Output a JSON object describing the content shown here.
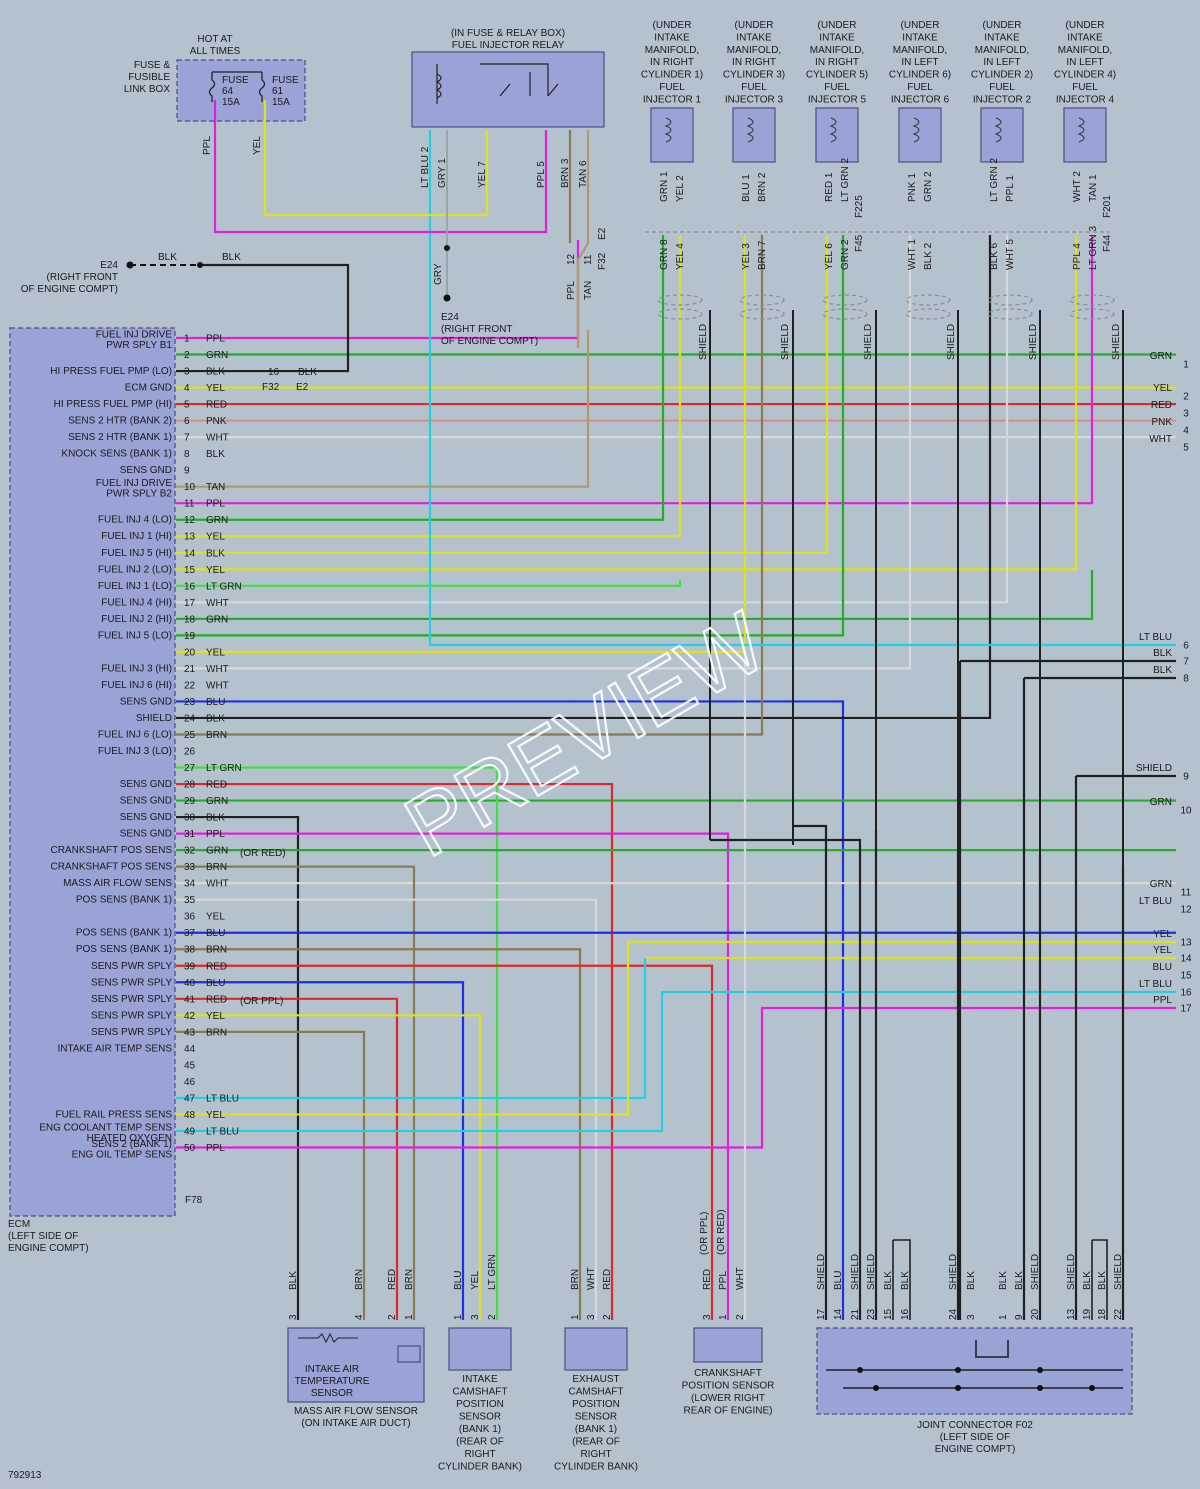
{
  "colors": {
    "background": "#b4c2ce",
    "component_fill": "#9aa3d6",
    "GRN": "#22b022",
    "YEL": "#e0e020",
    "RED": "#e02828",
    "PNK": "#e08c8c",
    "WHT": "#d8d8d8",
    "BLK": "#202020",
    "PPL": "#e020e0",
    "BLU": "#2030e0",
    "LTBLU": "#22d0e0",
    "BRN": "#8a7a50",
    "TAN": "#b09a6a",
    "LTGRN": "#40e040",
    "GRY": "#9aa0a6",
    "SHIELD": "#202020"
  },
  "watermark": "PREVIEW",
  "figure_id": "792913",
  "fuse_box": {
    "title_lines": [
      "HOT AT",
      "ALL TIMES"
    ],
    "label_lines": [
      "FUSE &",
      "FUSIBLE",
      "LINK BOX"
    ],
    "fuse_a": [
      "FUSE",
      "64",
      "15A"
    ],
    "fuse_b": [
      "FUSE",
      "61",
      "15A"
    ],
    "wire_a": "PPL",
    "wire_b": "YEL"
  },
  "relay": {
    "title_lines": [
      "(IN FUSE & RELAY BOX)",
      "FUEL INJECTOR RELAY"
    ],
    "pins": [
      {
        "color": "LT BLU",
        "pin": "2"
      },
      {
        "color": "GRY",
        "pin": "1"
      },
      {
        "color": "YEL",
        "pin": "7"
      },
      {
        "color": "PPL",
        "pin": "5"
      },
      {
        "color": "BRN",
        "pin": "3"
      },
      {
        "color": "TAN",
        "pin": "6"
      }
    ]
  },
  "injectors": [
    {
      "lines": [
        "(UNDER",
        "INTAKE",
        "MANIFOLD,",
        "IN RIGHT",
        "CYLINDER 1)",
        "FUEL",
        "INJECTOR 1"
      ],
      "pins": [
        [
          "GRN",
          "1"
        ],
        [
          "YEL",
          "2"
        ]
      ],
      "lower": [
        [
          "GRN",
          "8"
        ],
        [
          "YEL",
          "4"
        ]
      ],
      "conn": ""
    },
    {
      "lines": [
        "(UNDER",
        "INTAKE",
        "MANIFOLD,",
        "IN RIGHT",
        "CYLINDER 3)",
        "FUEL",
        "INJECTOR 3"
      ],
      "pins": [
        [
          "BLU",
          "1"
        ],
        [
          "BRN",
          "2"
        ]
      ],
      "lower": [
        [
          "YEL",
          "3"
        ],
        [
          "BRN",
          "7"
        ]
      ],
      "conn": ""
    },
    {
      "lines": [
        "(UNDER",
        "INTAKE",
        "MANIFOLD,",
        "IN RIGHT",
        "CYLINDER 5)",
        "FUEL",
        "INJECTOR 5"
      ],
      "pins": [
        [
          "RED",
          "1"
        ],
        [
          "LT GRN",
          "2"
        ]
      ],
      "lower": [
        [
          "YEL",
          "6"
        ],
        [
          "GRN",
          "2"
        ]
      ],
      "conn": "F225",
      "conn2": "F45"
    },
    {
      "lines": [
        "(UNDER",
        "INTAKE",
        "MANIFOLD,",
        "IN LEFT",
        "CYLINDER 6)",
        "FUEL",
        "INJECTOR 6"
      ],
      "pins": [
        [
          "PNK",
          "1"
        ],
        [
          "GRN",
          "2"
        ]
      ],
      "lower": [
        [
          "WHT",
          "1"
        ],
        [
          "BLK",
          "2"
        ]
      ],
      "conn": ""
    },
    {
      "lines": [
        "(UNDER",
        "INTAKE",
        "MANIFOLD,",
        "IN LEFT",
        "CYLINDER 2)",
        "FUEL",
        "INJECTOR 2"
      ],
      "pins": [
        [
          "LT GRN",
          "2"
        ],
        [
          "PPL",
          "1"
        ]
      ],
      "lower": [
        [
          "BLK",
          "6"
        ],
        [
          "WHT",
          "5"
        ]
      ],
      "conn": ""
    },
    {
      "lines": [
        "(UNDER",
        "INTAKE",
        "MANIFOLD,",
        "IN LEFT",
        "CYLINDER 4)",
        "FUEL",
        "INJECTOR 4"
      ],
      "pins": [
        [
          "WHT",
          "2"
        ],
        [
          "TAN",
          "1"
        ]
      ],
      "lower": [
        [
          "PPL",
          "4"
        ],
        [
          "LT GRN",
          "3"
        ]
      ],
      "conn": "F201",
      "conn2": "F44"
    }
  ],
  "grounds": {
    "e24_left": [
      "E24",
      "(RIGHT FRONT",
      "OF ENGINE COMPT)"
    ],
    "e24_mid": [
      "E24",
      "(RIGHT FRONT",
      "OF ENGINE COMPT)"
    ],
    "blk": "BLK",
    "gry": "GRY",
    "conn_e2": "E2",
    "conn_f32": "F32",
    "pin_12": "12",
    "pin_11": "11",
    "wire_ppl": "PPL",
    "wire_tan": "TAN",
    "pin16": "16",
    "or_red": "(OR RED)",
    "or_ppl": "(OR PPL)"
  },
  "ecm": {
    "label_lines": [
      "ECM",
      "(LEFT SIDE OF",
      "ENGINE COMPT)"
    ],
    "connector": "F78",
    "pins": [
      {
        "pin": "1",
        "name": "FUEL INJ DRIVE",
        "name2": "PWR SPLY B1",
        "color": "PPL"
      },
      {
        "pin": "2",
        "name": "",
        "color": "GRN"
      },
      {
        "pin": "3",
        "name": "HI PRESS FUEL PMP (LO)",
        "color": "BLK"
      },
      {
        "pin": "4",
        "name": "ECM GND",
        "color": "YEL"
      },
      {
        "pin": "5",
        "name": "HI PRESS FUEL PMP (HI)",
        "color": "RED"
      },
      {
        "pin": "6",
        "name": "SENS 2 HTR (BANK 2)",
        "color": "PNK"
      },
      {
        "pin": "7",
        "name": "SENS 2 HTR (BANK 1)",
        "color": "WHT"
      },
      {
        "pin": "8",
        "name": "KNOCK SENS (BANK 1)",
        "color": "BLK"
      },
      {
        "pin": "9",
        "name": "SENS GND",
        "color": ""
      },
      {
        "pin": "10",
        "name": "FUEL INJ DRIVE",
        "name2": "PWR SPLY B2",
        "color": "TAN"
      },
      {
        "pin": "11",
        "name": "",
        "color": "PPL"
      },
      {
        "pin": "12",
        "name": "FUEL INJ 4 (LO)",
        "color": "GRN"
      },
      {
        "pin": "13",
        "name": "FUEL INJ 1 (HI)",
        "color": "YEL"
      },
      {
        "pin": "14",
        "name": "FUEL INJ 5 (HI)",
        "color": "BLK"
      },
      {
        "pin": "15",
        "name": "FUEL INJ 2 (LO)",
        "color": "YEL"
      },
      {
        "pin": "16",
        "name": "FUEL INJ 1 (LO)",
        "color": "LT GRN"
      },
      {
        "pin": "17",
        "name": "FUEL INJ 4 (HI)",
        "color": "WHT"
      },
      {
        "pin": "18",
        "name": "FUEL INJ 2 (HI)",
        "color": "GRN"
      },
      {
        "pin": "19",
        "name": "FUEL INJ 5 (LO)",
        "color": ""
      },
      {
        "pin": "20",
        "name": "",
        "color": "YEL"
      },
      {
        "pin": "21",
        "name": "FUEL INJ 3 (HI)",
        "color": "WHT"
      },
      {
        "pin": "22",
        "name": "FUEL INJ 6 (HI)",
        "color": "WHT"
      },
      {
        "pin": "23",
        "name": "SENS GND",
        "color": "BLU"
      },
      {
        "pin": "24",
        "name": "SHIELD",
        "color": "BLK"
      },
      {
        "pin": "25",
        "name": "FUEL INJ 6 (LO)",
        "color": "BRN"
      },
      {
        "pin": "26",
        "name": "FUEL INJ 3 (LO)",
        "color": ""
      },
      {
        "pin": "27",
        "name": "",
        "color": "LT GRN"
      },
      {
        "pin": "28",
        "name": "SENS GND",
        "color": "RED"
      },
      {
        "pin": "29",
        "name": "SENS GND",
        "color": "GRN"
      },
      {
        "pin": "30",
        "name": "SENS GND",
        "color": "BLK"
      },
      {
        "pin": "31",
        "name": "SENS GND",
        "color": "PPL"
      },
      {
        "pin": "32",
        "name": "CRANKSHAFT POS SENS",
        "color": "GRN"
      },
      {
        "pin": "33",
        "name": "CRANKSHAFT POS SENS",
        "color": "BRN"
      },
      {
        "pin": "34",
        "name": "MASS AIR FLOW SENS",
        "color": "WHT"
      },
      {
        "pin": "35",
        "name": "POS SENS (BANK 1)",
        "color": ""
      },
      {
        "pin": "36",
        "name": "",
        "color": "YEL"
      },
      {
        "pin": "37",
        "name": "POS SENS (BANK 1)",
        "color": "BLU"
      },
      {
        "pin": "38",
        "name": "POS SENS (BANK 1)",
        "color": "BRN"
      },
      {
        "pin": "39",
        "name": "SENS PWR SPLY",
        "color": "RED"
      },
      {
        "pin": "40",
        "name": "SENS PWR SPLY",
        "color": "BLU"
      },
      {
        "pin": "41",
        "name": "SENS PWR SPLY",
        "color": "RED"
      },
      {
        "pin": "42",
        "name": "SENS PWR SPLY",
        "color": "YEL"
      },
      {
        "pin": "43",
        "name": "SENS PWR SPLY",
        "color": "BRN"
      },
      {
        "pin": "44",
        "name": "INTAKE AIR TEMP SENS",
        "color": ""
      },
      {
        "pin": "45",
        "name": "",
        "color": ""
      },
      {
        "pin": "46",
        "name": "",
        "color": ""
      },
      {
        "pin": "47",
        "name": "",
        "color": "LT BLU"
      },
      {
        "pin": "48",
        "name": "FUEL RAIL PRESS SENS",
        "color": "YEL"
      },
      {
        "pin": "49",
        "name": "ENG COOLANT TEMP SENS",
        "name2": "HEATED OXYGEN",
        "color": "LT BLU"
      },
      {
        "pin": "50",
        "name": "SENS 2 (BANK 1)",
        "name2": "ENG OIL TEMP SENS",
        "color": "PPL"
      }
    ]
  },
  "right_edge": [
    {
      "num": "1",
      "color": "GRN"
    },
    {
      "num": "2",
      "color": "YEL"
    },
    {
      "num": "3",
      "color": "RED"
    },
    {
      "num": "4",
      "color": "PNK"
    },
    {
      "num": "5",
      "color": "WHT"
    },
    {
      "num": "6",
      "color": "LT BLU"
    },
    {
      "num": "7",
      "color": "BLK"
    },
    {
      "num": "8",
      "color": "BLK"
    },
    {
      "num": "9",
      "color": "SHIELD"
    },
    {
      "num": "10",
      "color": "GRN"
    },
    {
      "num": "11",
      "color": "GRN"
    },
    {
      "num": "12",
      "color": "LT BLU"
    },
    {
      "num": "13",
      "color": "YEL"
    },
    {
      "num": "14",
      "color": "YEL"
    },
    {
      "num": "15",
      "color": "BLU"
    },
    {
      "num": "16",
      "color": "LT BLU"
    },
    {
      "num": "17",
      "color": "PPL"
    }
  ],
  "sensors": {
    "maf": {
      "lines": [
        "MASS AIR FLOW SENSOR",
        "(ON INTAKE AIR DUCT)"
      ],
      "inner": [
        "INTAKE AIR",
        "TEMPERATURE",
        "SENSOR"
      ],
      "wires": [
        [
          "BLK",
          "3"
        ],
        [
          "BRN",
          "4"
        ],
        [
          "RED",
          "2"
        ],
        [
          "BRN",
          "1"
        ]
      ]
    },
    "intake_cam": {
      "lines": [
        "INTAKE",
        "CAMSHAFT",
        "POSITION",
        "SENSOR",
        "(BANK 1)",
        "(REAR OF",
        "RIGHT",
        "CYLINDER BANK)"
      ],
      "wires": [
        [
          "BLU",
          "1"
        ],
        [
          "YEL",
          "3"
        ],
        [
          "LT GRN",
          "2"
        ]
      ]
    },
    "exhaust_cam": {
      "lines": [
        "EXHAUST",
        "CAMSHAFT",
        "POSITION",
        "SENSOR",
        "(BANK 1)",
        "(REAR OF",
        "RIGHT",
        "CYLINDER BANK)"
      ],
      "wires": [
        [
          "BRN",
          "1"
        ],
        [
          "WHT",
          "3"
        ],
        [
          "RED",
          "2"
        ]
      ]
    },
    "crank": {
      "lines": [
        "CRANKSHAFT",
        "POSITION SENSOR",
        "(LOWER RIGHT",
        "REAR OF ENGINE)"
      ],
      "wires": [
        [
          "RED",
          "3"
        ],
        [
          "PPL",
          "1"
        ],
        [
          "WHT",
          "2"
        ]
      ],
      "alt": [
        "(OR PPL)",
        "(OR RED)"
      ]
    },
    "joint": {
      "lines": [
        "JOINT CONNECTOR F02",
        "(LEFT SIDE OF",
        "ENGINE COMPT)"
      ],
      "wires": [
        [
          "SHIELD",
          "17"
        ],
        [
          "BLU",
          "14"
        ],
        [
          "SHIELD",
          "21"
        ],
        [
          "SHIELD",
          "23"
        ],
        [
          "BLK",
          "15"
        ],
        [
          "BLK",
          "16"
        ],
        [
          "SHIELD",
          "24"
        ],
        [
          "BLK",
          "3"
        ],
        [
          "BLK",
          "1"
        ],
        [
          "BLK",
          "9"
        ],
        [
          "SHIELD",
          "20"
        ],
        [
          "SHIELD",
          "13"
        ],
        [
          "BLK",
          "19"
        ],
        [
          "BLK",
          "18"
        ],
        [
          "SHIELD",
          "22"
        ]
      ]
    }
  },
  "shield_label": "SHIELD"
}
